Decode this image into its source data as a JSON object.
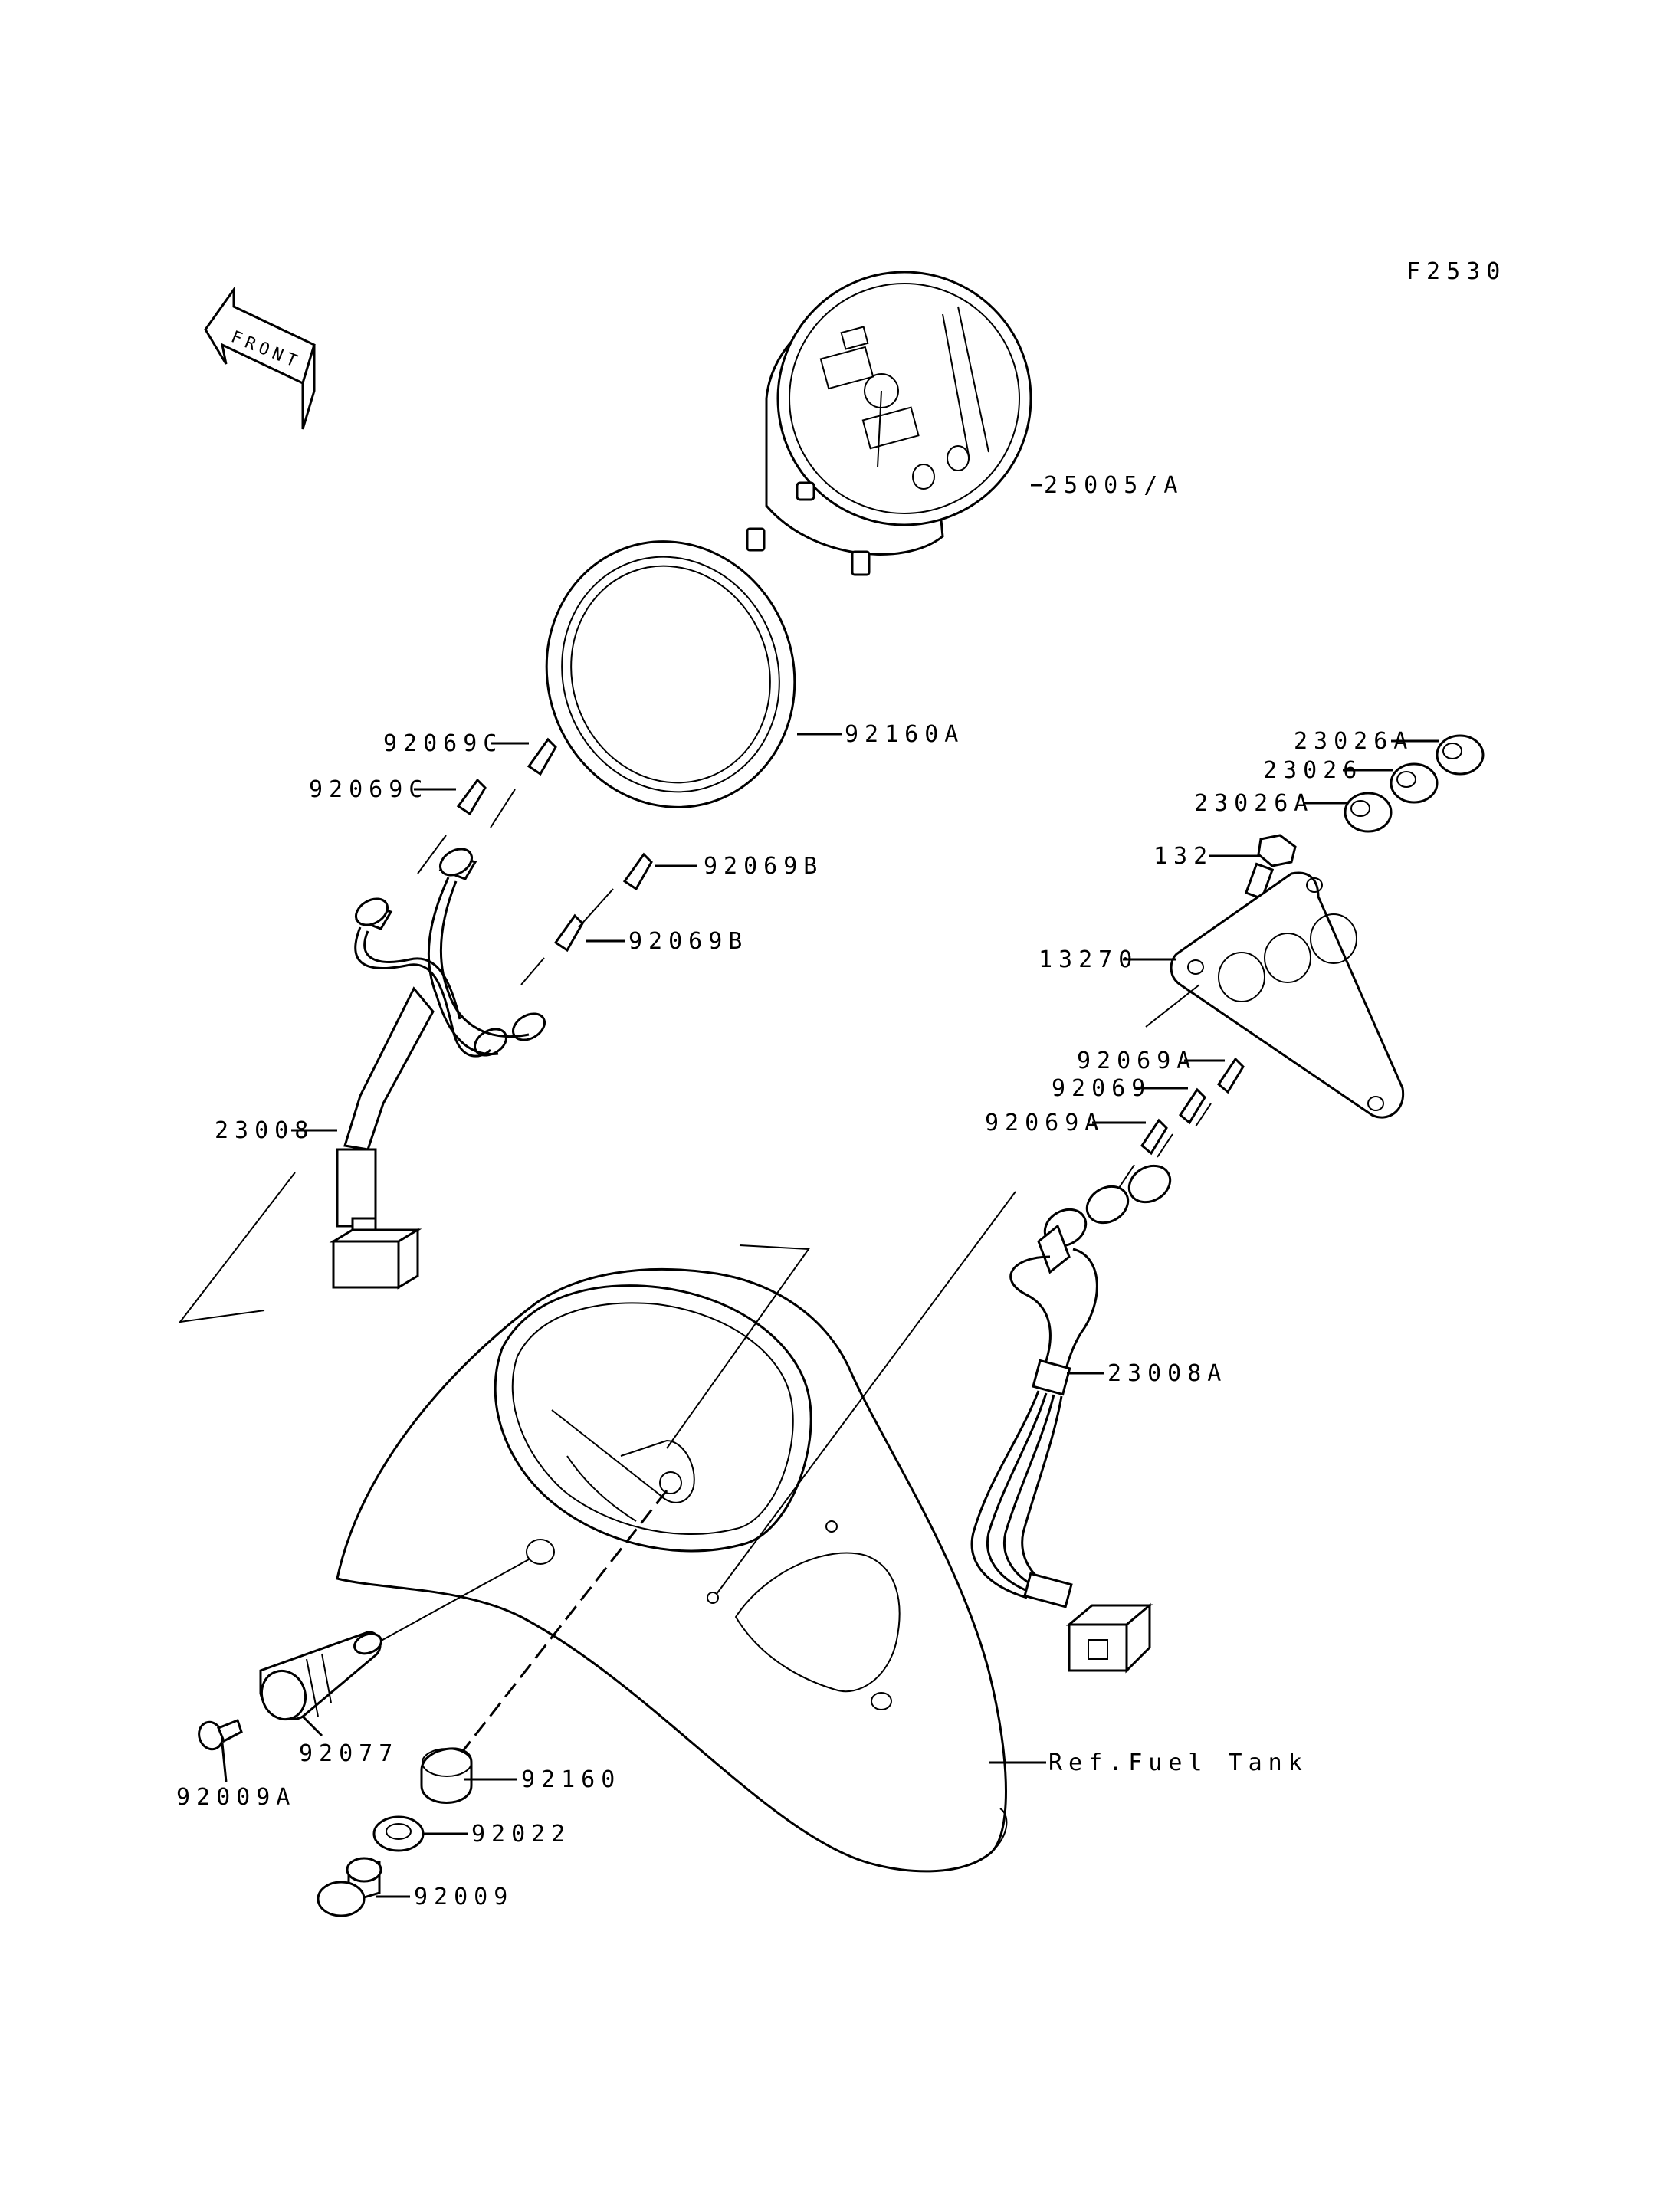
{
  "figure_code": "F2530",
  "front_marker": "FRONT",
  "callouts": {
    "c_25005": "25005/A",
    "c_92160A": "92160A",
    "c_92069C_1": "92069C",
    "c_92069C_2": "92069C",
    "c_92069B_1": "92069B",
    "c_92069B_2": "92069B",
    "c_23008": "23008",
    "c_23026A_1": "23026A",
    "c_23026": "23026",
    "c_23026A_2": "23026A",
    "c_132": "132",
    "c_13270": "13270",
    "c_92069A_1": "92069A",
    "c_92069": "92069",
    "c_92069A_2": "92069A",
    "c_23008A": "23008A",
    "c_92077": "92077",
    "c_92009A": "92009A",
    "c_92160": "92160",
    "c_92022": "92022",
    "c_92009": "92009",
    "c_fuel_tank": "Ref.Fuel Tank"
  }
}
